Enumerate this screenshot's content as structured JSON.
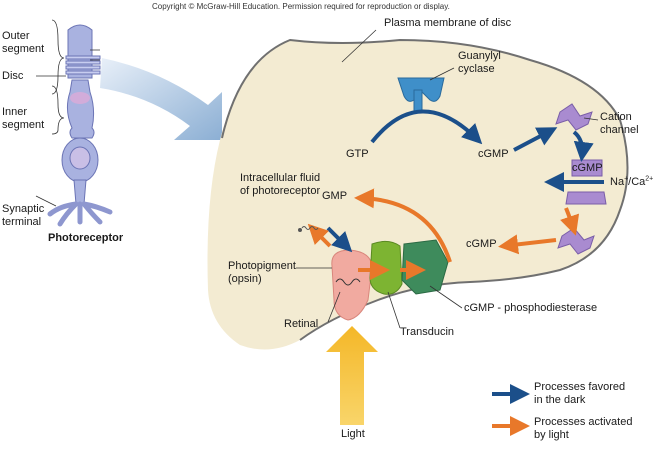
{
  "copyright": "Copyright © McGraw-Hill Education. Permission required for reproduction or display.",
  "cell_labels": {
    "outer_segment_1": "Outer",
    "outer_segment_2": "segment",
    "disc": "Disc",
    "inner_segment_1": "Inner",
    "inner_segment_2": "segment",
    "synaptic_terminal_1": "Synaptic",
    "synaptic_terminal_2": "terminal",
    "photoreceptor": "Photoreceptor"
  },
  "disc_labels": {
    "plasma_membrane": "Plasma membrane of disc",
    "guanylyl_cyclase_1": "Guanylyl",
    "guanylyl_cyclase_2": "cyclase",
    "gtp": "GTP",
    "cgmp_top": "cGMP",
    "cation_channel_1": "Cation",
    "cation_channel_2": "channel",
    "cgmp_channel": "cGMP",
    "na": "Na",
    "na_sup": "+",
    "ca": "/Ca",
    "ca_sup": "2+",
    "intracellular_1": "Intracellular fluid",
    "intracellular_2": "of photoreceptor",
    "gmp": "GMP",
    "cgmp_mid": "cGMP",
    "photopigment_1": "Photopigment",
    "photopigment_2": "(opsin)",
    "retinal": "Retinal",
    "transducin": "Transducin",
    "pde": "cGMP - phosphodiesterase",
    "light": "Light"
  },
  "legend": {
    "dark_1": "Processes favored",
    "dark_2": "in the dark",
    "light_1": "Processes activated",
    "light_2": "by light"
  },
  "colors": {
    "dark_arrow": "#1b4f8a",
    "light_arrow": "#e8782a",
    "disc_fill": "#f3ebd2",
    "cell_fill": "#a9b2e0",
    "cyclase": "#3f8fc9",
    "channel": "#a98bd0",
    "opsin": "#f1aaa0",
    "transducin": "#7db432",
    "pde": "#3e8b5c",
    "light_beam": "#f6c23e"
  }
}
